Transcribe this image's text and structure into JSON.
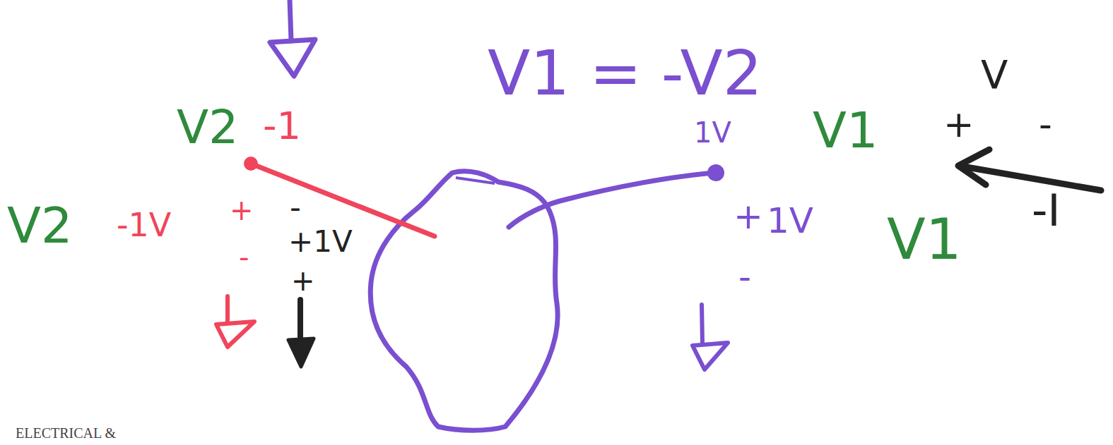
{
  "diagram": {
    "labels": [
      "V1 = -V2",
      "V",
      "V2",
      "-1",
      "1V",
      "V1",
      "+",
      "-",
      "V2",
      "-1V",
      "+",
      "-",
      "-",
      "+1V",
      "+",
      "+",
      "1V",
      "-",
      "V1",
      "-I",
      "ELECTRICAL &"
    ]
  }
}
